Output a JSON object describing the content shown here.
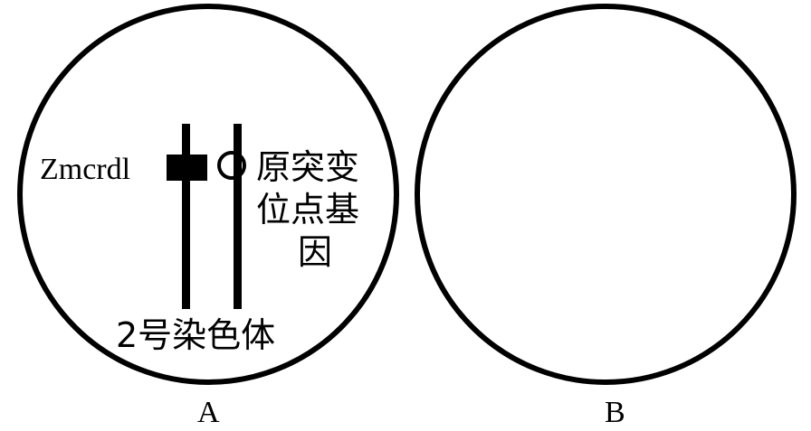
{
  "panel_a": {
    "gene_label": "Zmcrdl",
    "annotation_lines": [
      "原突变",
      "位点基",
      "因"
    ],
    "chromosome_label": "2号染色体",
    "caption": "A"
  },
  "panel_b": {
    "caption": "B"
  },
  "colors": {
    "stroke": "#000000",
    "background": "#ffffff"
  }
}
